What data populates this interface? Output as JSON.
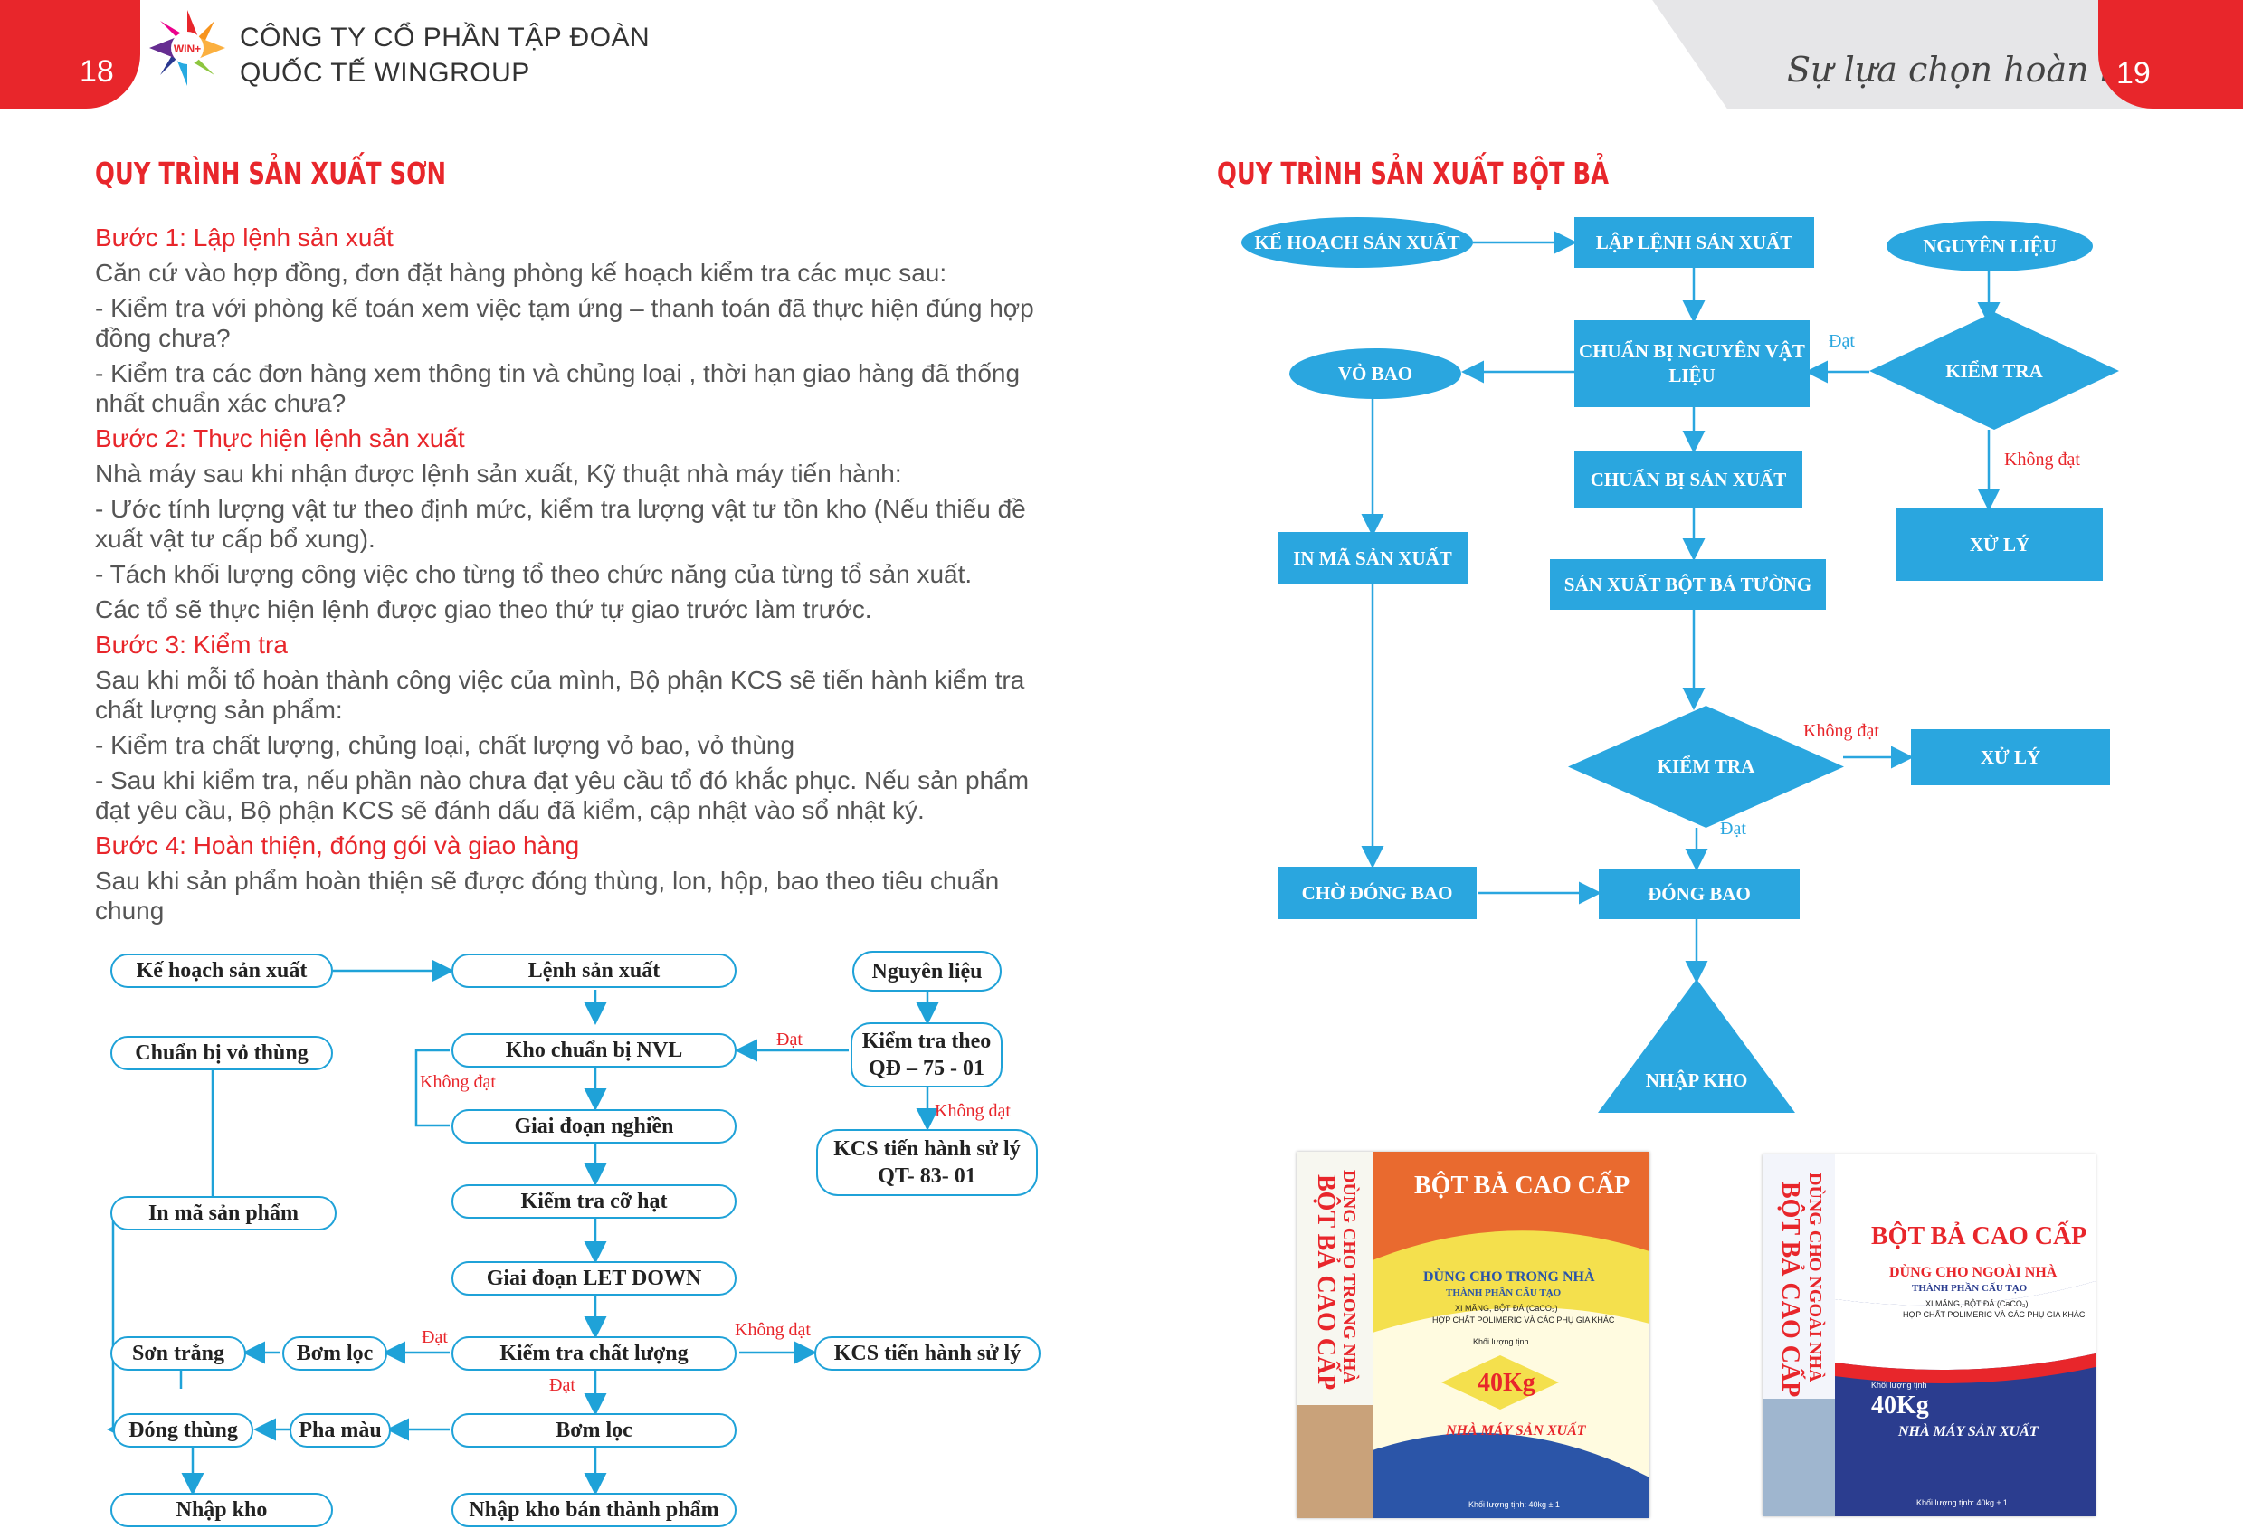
{
  "header": {
    "page_left": "18",
    "page_right": "19",
    "company_line1": "CÔNG TY CỔ PHẦN TẬP ĐOÀN",
    "company_line2": "QUỐC TẾ WINGROUP",
    "logo_text": "WIN+",
    "slogan": "Sự lựa chọn hoàn hảo!"
  },
  "left": {
    "title": "QUY TRÌNH SẢN XUẤT SƠN",
    "step1": "Bước 1: Lập lệnh sản xuất",
    "p1": "Căn cứ vào hợp đồng, đơn đặt hàng phòng kế hoạch kiểm tra các mục sau:",
    "p2": "- Kiểm tra với phòng kế toán xem việc tạm ứng – thanh toán đã thực hiện đúng hợp đồng chưa?",
    "p3": "- Kiểm tra các đơn hàng xem thông tin và chủng loại , thời hạn giao hàng đã thống nhất chuẩn xác chưa?",
    "step2": "Bước 2: Thực hiện lệnh sản xuất",
    "p4": "Nhà máy sau khi nhận được lệnh sản xuất, Kỹ thuật nhà máy tiến hành:",
    "p5": "- Ước tính lượng vật tư theo định mức, kiểm tra lượng vật tư tồn kho (Nếu thiếu đề xuất vật tư cấp bổ xung).",
    "p6": "- Tách khối lượng công việc cho từng tổ theo chức năng của từng tổ sản xuất.",
    "p7": "Các tổ sẽ thực hiện lệnh được giao theo thứ tự giao trước làm trước.",
    "step3": "Bước 3: Kiểm tra",
    "p8": "Sau khi mỗi tổ hoàn thành công việc của mình, Bộ phận KCS sẽ tiến hành kiểm tra chất lượng sản phẩm:",
    "p9": "- Kiểm tra chất lượng, chủng loại, chất lượng vỏ bao, vỏ thùng",
    "p10": "- Sau khi kiểm tra, nếu phần nào chưa đạt yêu cầu tổ đó khắc phục. Nếu sản phẩm đạt yêu cầu, Bộ phận KCS sẽ đánh dấu đã kiểm, cập nhật vào sổ nhật ký.",
    "step4": "Bước 4: Hoàn thiện, đóng gói và giao hàng",
    "p11": "Sau khi sản phẩm hoàn thiện sẽ được đóng thùng, lon, hộp, bao theo tiêu chuẩn chung",
    "flow": {
      "ke_hoach": "Kế hoạch sản xuất",
      "lenh": "Lệnh sản xuất",
      "nguyen_lieu": "Nguyên liệu",
      "chuan_bi_vo": "Chuẩn bị vỏ thùng",
      "kho_nvl": "Kho chuẩn bị NVL",
      "kiem_tra_qd": "Kiểm tra theo QĐ – 75 - 01",
      "giai_doan_nghien": "Giai đoạn nghiền",
      "kcs_qt": "KCS tiến hành sử lý QT- 83- 01",
      "in_ma": "In mã sản phẩm",
      "kiem_tra_co_hat": "Kiểm tra cỡ hạt",
      "let_down": "Giai đoạn LET DOWN",
      "son_trang": "Sơn trắng",
      "bom_loc1": "Bơm lọc",
      "kiem_tra_cl": "Kiểm tra chất lượng",
      "kcs_xu_ly": "KCS tiến hành sử lý",
      "dong_thung": "Đóng thùng",
      "pha_mau": "Pha màu",
      "bom_loc2": "Bơm lọc",
      "nhap_kho": "Nhập kho",
      "nhap_kho_btp": "Nhập kho bán thành phẩm",
      "dat": "Đạt",
      "khong_dat": "Không đạt"
    }
  },
  "right": {
    "title": "QUY TRÌNH SẢN XUẤT BỘT BẢ",
    "flow": {
      "ke_hoach": "KẾ HOẠCH SẢN XUẤT",
      "lap_lenh": "LẬP LỆNH SẢN XUẤT",
      "nguyen_lieu": "NGUYÊN LIỆU",
      "vo_bao": "VỎ BAO",
      "chuan_bi_nvl": "CHUẨN BỊ NGUYÊN VẬT LIỆU",
      "kiem_tra1": "KIỂM TRA",
      "chuan_bi_sx": "CHUẨN BỊ SẢN XUẤT",
      "in_ma": "IN MÃ SẢN XUẤT",
      "xu_ly1": "XỬ LÝ",
      "sx_bot_ba": "SẢN XUẤT BỘT BẢ TƯỜNG",
      "kiem_tra2": "KIỂM TRA",
      "xu_ly2": "XỬ LÝ",
      "cho_dong_bao": "CHỜ ĐÓNG BAO",
      "dong_bao": "ĐÓNG BAO",
      "nhap_kho": "NHẬP KHO",
      "dat": "Đạt",
      "khong_dat": "Không đạt"
    },
    "bag1": {
      "side": "BỘT BẢ CAO CẤP",
      "side2": "DÙNG CHO TRONG NHÀ",
      "title": "BỘT BẢ CAO CẤP",
      "use": "DÙNG CHO TRONG NHÀ",
      "comp": "THÀNH PHẦN CẤU TẠO",
      "c1": "XI MĂNG, BỘT ĐÁ (CaCO₃)",
      "c2": "HỢP CHẤT POLIMERIC VÀ CÁC PHỤ GIA KHÁC",
      "net": "Khối lượng tịnh",
      "weight": "40Kg",
      "factory": "NHÀ MÁY SẢN XUẤT",
      "footer": "Khối lượng tịnh: 40kg ± 1"
    },
    "bag2": {
      "side": "BỘT BẢ CAO CẤP",
      "side2": "DÙNG CHO NGOÀI NHÀ",
      "title": "BỘT BẢ CAO CẤP",
      "use": "DÙNG CHO NGOÀI NHÀ",
      "comp": "THÀNH PHẦN CẤU TẠO",
      "c1": "XI MĂNG, BỘT ĐÁ (CaCO₃)",
      "c2": "HỢP CHẤT POLIMERIC VÀ CÁC PHỤ GIA KHÁC",
      "net": "Khối lượng tịnh",
      "weight": "40Kg",
      "factory": "NHÀ MÁY SẢN XUẤT",
      "footer": "Khối lượng tịnh: 40kg ± 1"
    }
  }
}
